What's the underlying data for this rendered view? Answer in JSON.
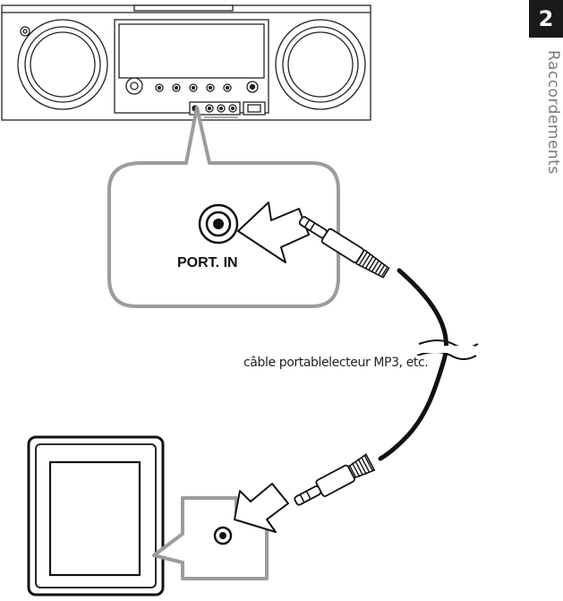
{
  "chapter": {
    "number": "2",
    "section_title": "Raccordements"
  },
  "labels": {
    "port_in": "PORT. IN",
    "cable_caption": "câble portablelecteur MP3, etc."
  },
  "icons": {
    "unit": "audio-unit-icon",
    "jack": "audio-jack-icon",
    "player": "portable-player-icon",
    "arrow": "insert-arrow-icon"
  }
}
